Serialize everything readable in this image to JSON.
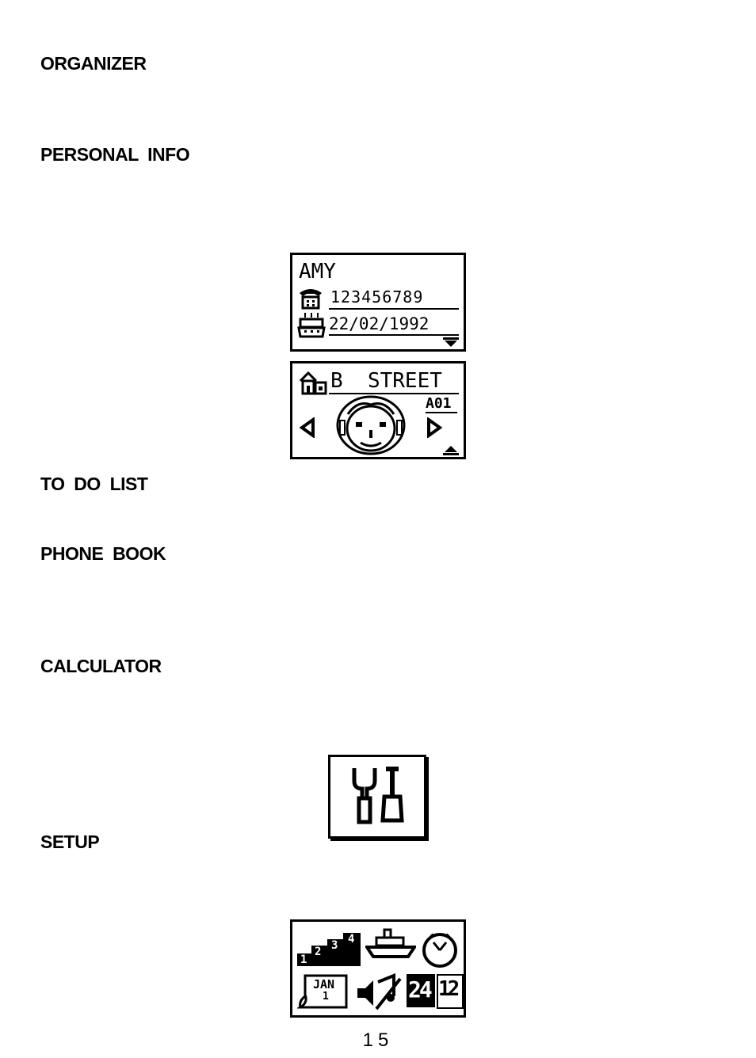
{
  "headings": {
    "organizer": "ORGANIZER",
    "personal_info": "PERSONAL  INFO",
    "to_do_list": "TO  DO  LIST",
    "phone_book": "PHONE  BOOK",
    "calculator": "CALCULATOR",
    "setup": "SETUP"
  },
  "screen1": {
    "name": "AMY",
    "phone": "123456789",
    "birthday": "22/02/1992"
  },
  "screen2": {
    "street": "B  STREET",
    "code": "A01"
  },
  "setup_menu": {
    "numbers_icon_text": [
      "1",
      "2",
      "3",
      "4"
    ],
    "calendar_month": "JAN",
    "calendar_day": "1",
    "clock_24": "24",
    "clock_12": "12"
  },
  "page_number": "15"
}
